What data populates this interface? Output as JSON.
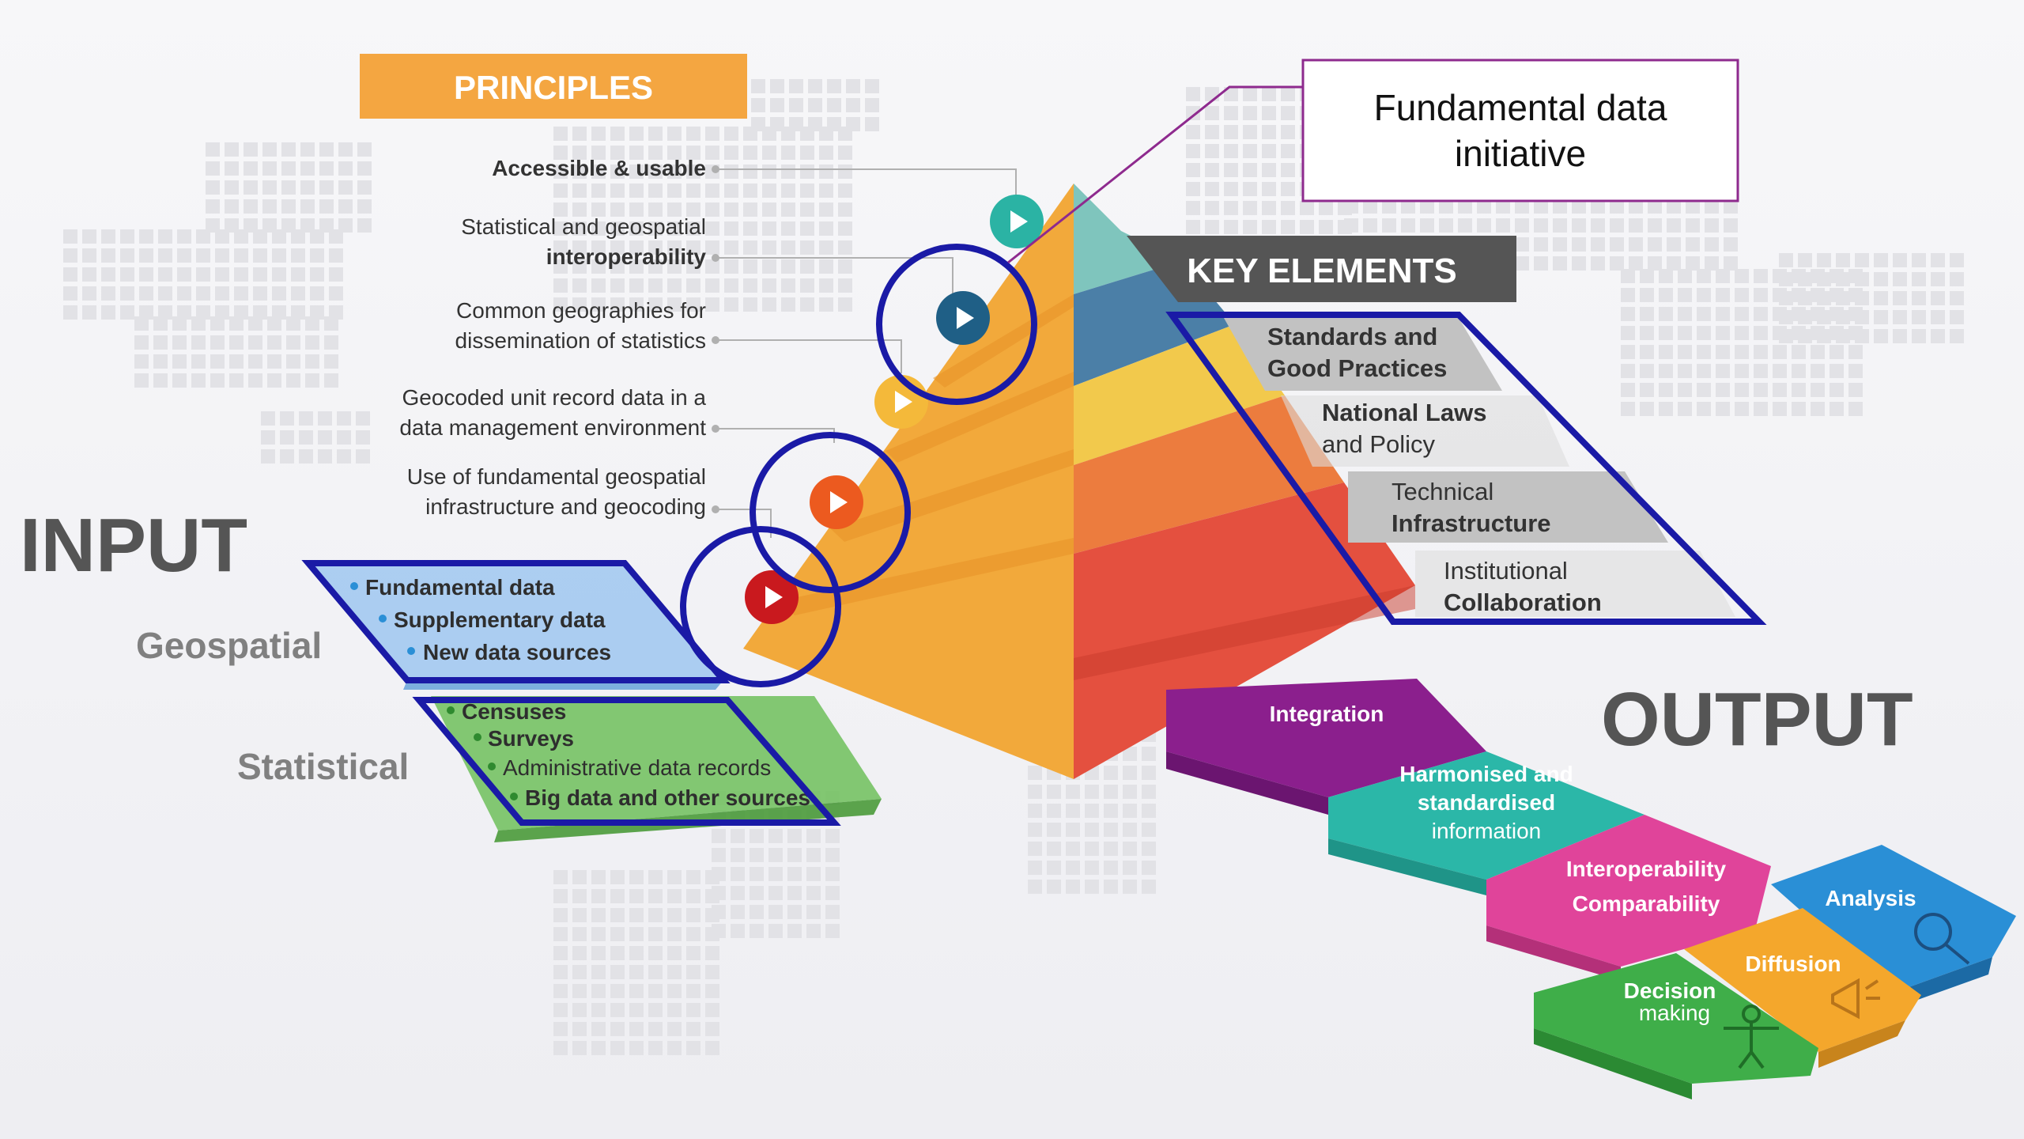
{
  "callout": {
    "line1": "Fundamental data",
    "line2": "initiative"
  },
  "principles": {
    "header": "PRINCIPLES",
    "items": [
      {
        "line1": "Accessible & usable",
        "line2": ""
      },
      {
        "line1": "Statistical and geospatial",
        "line2": "interoperability"
      },
      {
        "line1": "Common geographies for",
        "line2": "dissemination of statistics"
      },
      {
        "line1": "Geocoded unit record data in a",
        "line2": "data management environment"
      },
      {
        "line1": "Use of fundamental geospatial",
        "line2": "infrastructure and geocoding"
      }
    ]
  },
  "key_elements": {
    "header": "KEY ELEMENTS",
    "items": [
      {
        "line1": "Standards and",
        "line2": "Good Practices"
      },
      {
        "line1": "National Laws",
        "line2": "and Policy"
      },
      {
        "line1": "Technical",
        "line2": "Infrastructure"
      },
      {
        "line1": "Institutional",
        "line2": "Collaboration"
      }
    ]
  },
  "input": {
    "title": "INPUT",
    "geospatial": {
      "label": "Geospatial",
      "items": [
        "Fundamental data",
        "Supplementary data",
        "New data sources"
      ]
    },
    "statistical": {
      "label": "Statistical",
      "items": [
        "Censuses",
        "Surveys",
        "Administrative data records",
        "Big data and other sources"
      ]
    }
  },
  "output": {
    "title": "OUTPUT",
    "steps": [
      {
        "line1": "Integration",
        "line2": "",
        "line3": ""
      },
      {
        "line1": "Harmonised and",
        "line2": "standardised",
        "line3": "information"
      },
      {
        "line1": "Interoperability",
        "line2": "Comparability",
        "line3": ""
      },
      {
        "line1": "Analysis",
        "line2": "",
        "line3": ""
      },
      {
        "line1": "Diffusion",
        "line2": "",
        "line3": ""
      },
      {
        "line1": "Decision",
        "line2": "making",
        "line3": ""
      }
    ]
  },
  "colors": {
    "principles_header": "#f4a641",
    "pyramid_orange": "#f2a93b",
    "tier_teal": "#7fc5bd",
    "tier_blue": "#4b7fa7",
    "tier_yellow": "#f2c94c",
    "tier_orange": "#ec7c3e",
    "tier_red": "#e4503f",
    "key_header": "#555555",
    "annotation_blue": "#1a1aa6",
    "callout_border": "#8e2a8e",
    "integration": "#8b1f8d",
    "harmonised": "#2bb7a8",
    "interop": "#e0449a",
    "analysis": "#2a8fd6",
    "diffusion": "#f4a72c",
    "decision": "#3fae49",
    "geospatial_layer": "#9fc7f0",
    "statistical_layer": "#6fbf5a"
  },
  "icons": [
    "play-icon-teal",
    "play-icon-blue",
    "play-icon-yellow",
    "play-icon-orange",
    "play-icon-red",
    "magnifier-icon",
    "megaphone-icon",
    "person-arrows-icon"
  ]
}
